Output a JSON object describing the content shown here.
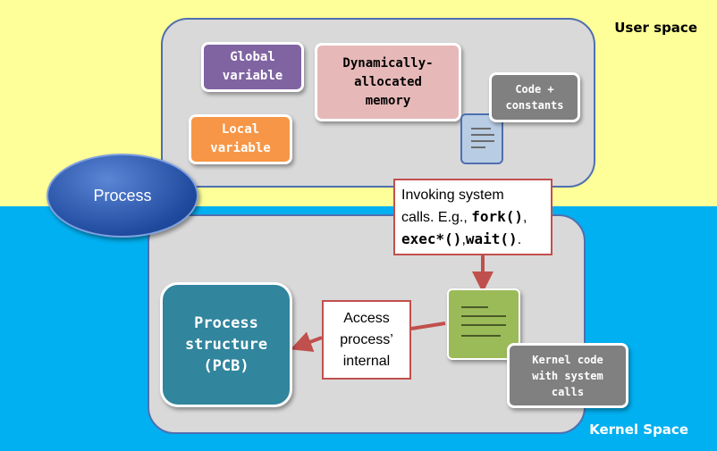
{
  "regions": {
    "user_space": "User space",
    "kernel_space": "Kernel Space"
  },
  "process": "Process",
  "user_boxes": {
    "global_variable": [
      "Global",
      "variable"
    ],
    "local_variable": [
      "Local",
      "variable"
    ],
    "dynamic_memory": [
      "Dynamically-",
      "allocated",
      "memory"
    ],
    "code_constants": [
      "Code +",
      "constants"
    ]
  },
  "syscall_callout": {
    "line1": "Invoking system",
    "line2_prefix": "calls. E.g., ",
    "fork": "fork()",
    "comma1": ",",
    "exec": "exec*()",
    "comma2": ",",
    "wait": "wait()",
    "period": "."
  },
  "access_callout": [
    "Access",
    "process’",
    "internal"
  ],
  "pcb": [
    "Process",
    "structure",
    "(PCB)"
  ],
  "kernel_code": [
    "Kernel code",
    "with system",
    "calls"
  ],
  "colors": {
    "user_bg": "#ffff99",
    "kernel_bg": "#00b0f0",
    "global_var": "#8064a2",
    "local_var": "#f79646",
    "dyn_mem": "#e6b9b8",
    "code_box": "#808080",
    "pcb": "#31859c",
    "arrow": "#c0504d",
    "kernel_doc": "#9bbb59",
    "user_doc": "#b8cce4",
    "process": "#1f4a9e"
  },
  "icons": {
    "user_doc": "document-icon",
    "kernel_doc": "document-icon"
  }
}
